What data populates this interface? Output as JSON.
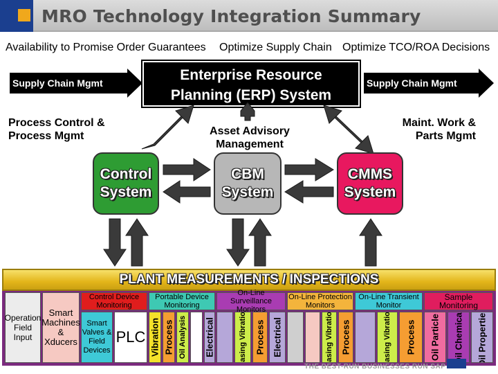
{
  "title": "MRO Technology Integration Summary",
  "subtitles": [
    "Availability to Promise Order Guarantees",
    "Optimize Supply Chain",
    "Optimize TCO/ROA Decisions"
  ],
  "arrows": {
    "left": "Supply Chain Mgmt",
    "right": "Supply Chain Mgmt"
  },
  "erp": {
    "line1": "Enterprise Resource",
    "line2": "Planning (ERP) System"
  },
  "labels": {
    "process_control_1": "Process Control &",
    "process_control_2": "Process Mgmt",
    "asset_advisory_1": "Asset Advisory",
    "asset_advisory_2": "Management",
    "maint_1": "Maint. Work &",
    "maint_2": "Parts Mgmt"
  },
  "nodes": {
    "control": {
      "line1": "Control",
      "line2": "System"
    },
    "cbm": {
      "line1": "CBM",
      "line2": "System"
    },
    "cmms": {
      "line1": "CMMS",
      "line2": "System"
    }
  },
  "plant_bar": "PLANT MEASUREMENTS / INSPECTIONS",
  "bottom": {
    "operation": "Operation Field Input",
    "smart_machines": "Smart Machines & Xducers",
    "groups": {
      "control_device": "Control Device Monitoring",
      "portable": "Portable Device Monitoring",
      "surveillance": "On-Line Surveillance Monitors",
      "protection": "On-Line Protection Monitors",
      "transient": "On-Line Transient Monitor",
      "sample": "Sample Monitoring"
    },
    "smart_valves": "Smart Valves & Field Devices",
    "plc": "PLC",
    "vertical": {
      "vibration": "Vibration",
      "process": "Process",
      "oil_analysis": "Oil Analysis",
      "electrical": "Electrical",
      "casing_vibration": "Casing Vibration",
      "oil_particle": "Oil Particle",
      "oil_chemical": "Oil Chemical",
      "oil_properties": "Oil Properties"
    }
  },
  "footer": "THE BEST-RUN BUSINESSES RUN SAP",
  "colors": {
    "control": "#2e9c33",
    "cbm": "#b7b7b7",
    "cmms": "#e8185f",
    "plant_bar": "#e3b51a",
    "bottom_bg": "#7b2a7e"
  }
}
